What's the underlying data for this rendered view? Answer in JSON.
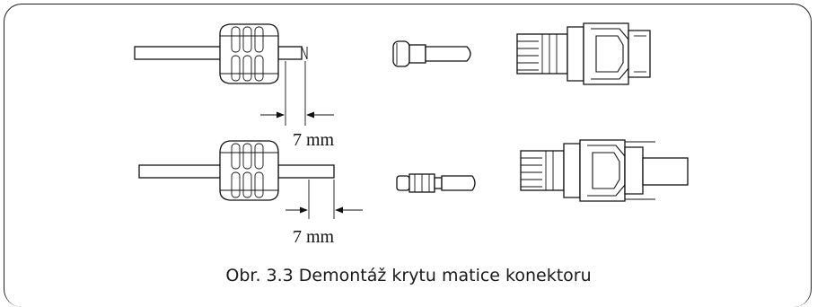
{
  "figure": {
    "caption": "Obr. 3.3 Demontáž krytu matice konektoru",
    "row1": {
      "dimension_label": "7 mm"
    },
    "row2": {
      "dimension_label": "7 mm"
    }
  }
}
